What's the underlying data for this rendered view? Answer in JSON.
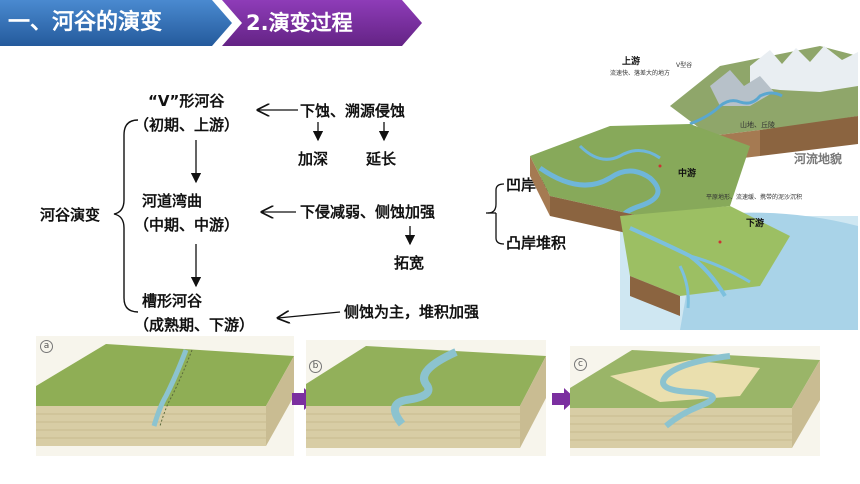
{
  "header": {
    "section_title": "一、河谷的演变",
    "subsection_title": "2.演变过程"
  },
  "colors": {
    "header_blue": "#2e6db4",
    "header_purple": "#7b2fa0",
    "arrow_purple": "#7b2fa0"
  },
  "flow": {
    "root": "河谷演变",
    "stage1_line1": "“V”形河谷",
    "stage1_line2": "（初期、上游）",
    "stage1_process": "下蚀、溯源侵蚀",
    "stage1_result_left": "加深",
    "stage1_result_right": "延长",
    "stage2_line1": "河道湾曲",
    "stage2_line2": "（中期、中游）",
    "stage2_process": "下侵减弱、侧蚀加强",
    "stage2_branch_top": "凹岸侵蚀",
    "stage2_branch_bottom": "凸岸堆积",
    "stage2_result": "拓宽",
    "stage3_line1": "槽形河谷",
    "stage3_line2": "（成熟期、下游）",
    "stage3_process": "侧蚀为主，堆积加强"
  },
  "landform_figure": {
    "title": "河流地貌",
    "upper": "上游",
    "v_valley": "V型谷",
    "upper_note": "流速快、落差大的地方",
    "mountain": "山地、丘陵",
    "middle": "中游",
    "lower": "下游",
    "middle_note": "平原地形、流速缓、携带的泥沙沉积"
  },
  "stage_panels": {
    "a": "a",
    "b": "b",
    "c": "c"
  }
}
